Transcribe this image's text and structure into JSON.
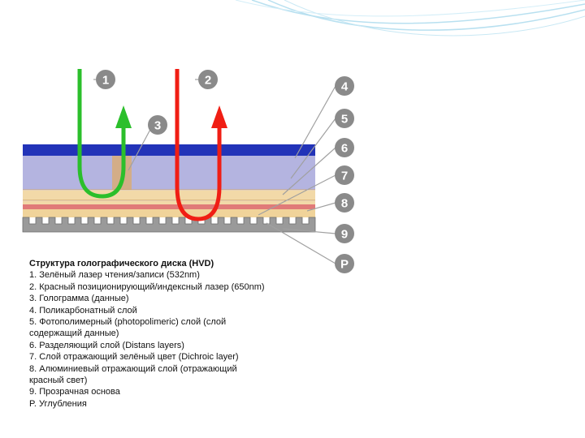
{
  "theme": {
    "background": "#ffffff",
    "header_swoosh_color": "#b8e0f0",
    "green_laser": "#2bbf2b",
    "red_laser": "#f01e14",
    "layer_colors": {
      "polycarbonate_top": "#2233b8",
      "photopolymer": "#b4b4e0",
      "hologram": "#d3ad88",
      "distance_layer": "#f2d9a8",
      "dichroic": "#e07a78",
      "base": "#f0d39a",
      "aluminium": "#9a9a9a"
    },
    "callout_circle": "#8a8a8a",
    "leader_line": "#a0a0a0"
  },
  "callouts": {
    "c1": "1",
    "c2": "2",
    "c3": "3",
    "c4": "4",
    "c5": "5",
    "c6": "6",
    "c7": "7",
    "c8": "8",
    "c9": "9",
    "cP": "P"
  },
  "caption": {
    "title": "Структура голографического диска (HVD)",
    "lines": [
      "1. Зелёный лазер чтения/записи (532nm)",
      "2. Красный позиционирующий/индексный лазер (650nm)",
      "3. Голограмма (данные)",
      "4. Поликарбонатный слой",
      "5. Фотополимерный (photopolimeric) слой (слой содержащий данные)",
      "6. Разделяющий слой (Distans layers)",
      "7. Слой отражающий зелёный цвет (Dichroic layer)",
      "8. Алюминиевый отражающий слой (отражающий красный свет)",
      "9. Прозрачная основа",
      "P. Углубления"
    ]
  }
}
